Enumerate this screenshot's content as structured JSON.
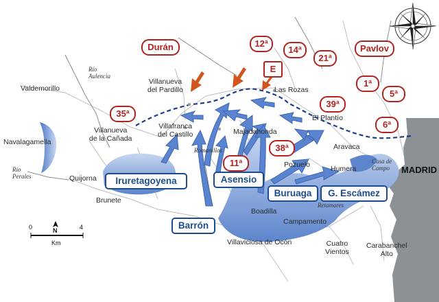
{
  "places": {
    "valdemorillo": "Valdemorillo",
    "villanueva_pardillo": "Villanueva\ndel Pardillo",
    "las_rozas": "Las Rozas",
    "el_plantio": "El Plantío",
    "navalagamella": "Navalagamella",
    "villanueva_canada": "Villanueva\nde la Cañada",
    "villafranca": "Villafranca\ndel Castillo",
    "majadahonda": "Majadahonda",
    "aravaca": "Aravaca",
    "pozuelo": "Pozuelo",
    "humera": "Humera",
    "quijorna": "Quijorna",
    "brunete": "Brunete",
    "boadilla": "Boadilla",
    "campamento": "Campamento",
    "villaviciosa": "Villaviciosa de Ocón",
    "cuatro_vientos": "Cuatro\nVientos",
    "carabanchel": "Carabanchel\nAlto"
  },
  "rivers": {
    "aulencia": "Río\nAulencia",
    "perales": "Río\nPerales",
    "romanillos": "Romanillos",
    "casa_campo": "Casa de\nCampo",
    "retamares": "Retamares"
  },
  "republican_units": {
    "duran": "Durán",
    "u12": "12ª",
    "u14": "14ª",
    "u21": "21ª",
    "pavlov": "Pavlov",
    "e": "E",
    "u1": "1ª",
    "u5": "5ª",
    "u35": "35ª",
    "u39": "39ª",
    "u6": "6ª",
    "u11": "11ª",
    "u38": "38ª"
  },
  "nationalist_units": {
    "iruretagoyena": "Iruretagoyena",
    "asensio": "Asensio",
    "buruaga": "Buruaga",
    "escamez": "G. Escámez",
    "barron": "Barrón"
  },
  "city": "MADRID",
  "scale": {
    "start": "0",
    "end": "4",
    "unit": "Km",
    "north": "N"
  },
  "colors": {
    "republican": "#b0231f",
    "nationalist": "#1d4c8c",
    "front_line": "#1d3f86"
  }
}
